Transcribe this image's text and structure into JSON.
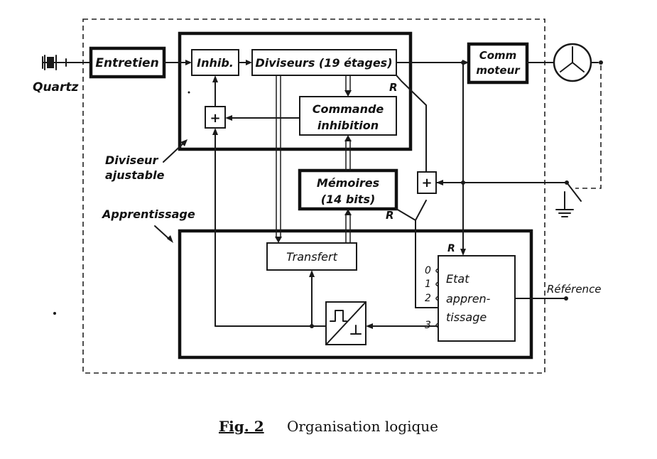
{
  "blocks": {
    "entretien": "Entretien",
    "inhib": "Inhib.",
    "diviseurs": "Diviseurs (19 étages)",
    "commande_line1": "Commande",
    "commande_line2": "inhibition",
    "memoires_line1": "Mémoires",
    "memoires_line2": "(14 bits)",
    "transfert": "Transfert",
    "commoteur_line1": "Comm",
    "commoteur_line2": "moteur",
    "etat_line1": "Etat",
    "etat_line2": "appren-",
    "etat_line3": "tissage"
  },
  "labels": {
    "quartz": "Quartz",
    "diviseur_line1": "Diviseur",
    "diviseur_line2": "ajustable",
    "apprentissage": "Apprentissage",
    "reference": "Référence",
    "reset_1": "R",
    "reset_2": "R",
    "reset_3": "R",
    "plus_1": "+",
    "plus_2": "+",
    "state_0": "0",
    "state_1": "1",
    "state_2": "2",
    "state_3": "3"
  },
  "caption": {
    "fig": "Fig. 2",
    "title": "Organisation logique"
  }
}
